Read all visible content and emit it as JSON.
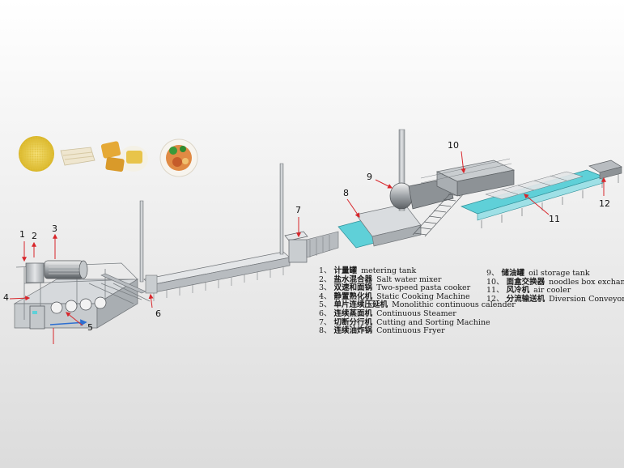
{
  "legend_left": [
    {
      "num": "1、",
      "zh": "计量罐",
      "en": "metering tank"
    },
    {
      "num": "2、",
      "zh": "盐水混合器",
      "en": "Salt water mixer"
    },
    {
      "num": "3、",
      "zh": "双速和面锅",
      "en": "Two-speed pasta cooker"
    },
    {
      "num": "4、",
      "zh": "静置熟化机",
      "en": "Static Cooking Machine"
    },
    {
      "num": "5、",
      "zh": "单片连续压延机",
      "en": "Monolithic continuous calender"
    },
    {
      "num": "6、",
      "zh": "连续蒸面机",
      "en": "Continuous Steamer"
    },
    {
      "num": "7、",
      "zh": "切断分行机",
      "en": "Cutting and Sorting Machine"
    },
    {
      "num": "8、",
      "zh": "连续油炸锅",
      "en": "Continuous Fryer"
    }
  ],
  "legend_right": [
    {
      "num": "9、",
      "zh": "储油罐",
      "en": "oil storage tank"
    },
    {
      "num": "10、",
      "zh": "面盒交换器",
      "en": "noodles box exchanger"
    },
    {
      "num": "11、",
      "zh": "风冷机",
      "en": "air cooler"
    },
    {
      "num": "12、",
      "zh": "分流输送机",
      "en": "Diversion Conveyor"
    }
  ],
  "callouts": {
    "c1": "1",
    "c2": "2",
    "c3": "3",
    "c4": "4",
    "c5": "5",
    "c6": "6",
    "c7": "7",
    "c8": "8",
    "c9": "9",
    "c10": "10",
    "c11": "11",
    "c12": "12"
  },
  "colors": {
    "steel": "#b8bcc0",
    "steel_dark": "#6e7276",
    "line": "#555a5e",
    "accent_cyan": "#5fd0d8",
    "callout_red": "#d8262b",
    "flow_blue": "#2e6fd0"
  }
}
